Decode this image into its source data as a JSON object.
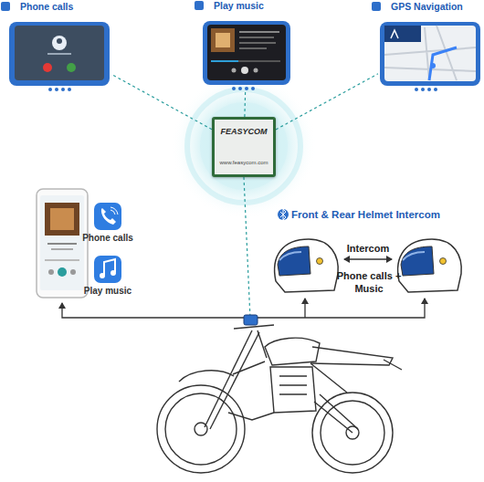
{
  "diagram": {
    "nodes": [
      {
        "text": [
          "Phone calls"
        ]
      },
      {
        "text": [
          "Play music"
        ]
      },
      {
        "text": [
          "GPS Navigation"
        ]
      },
      {
        "text": [
          "FEASYCOM",
          "www.feasycom.com"
        ]
      },
      {
        "text": [
          "Phone calls"
        ]
      },
      {
        "text": [
          "Play music"
        ]
      }
    ],
    "edges": [
      {
        "from": 3,
        "to": 0,
        "arrow": "none"
      },
      {
        "from": 3,
        "to": 1,
        "arrow": "none"
      },
      {
        "from": 3,
        "to": 2,
        "arrow": "none"
      }
    ],
    "labels": [
      "Front & Rear Helmet Intercom",
      "Intercom",
      "Phone calls + Music"
    ]
  }
}
